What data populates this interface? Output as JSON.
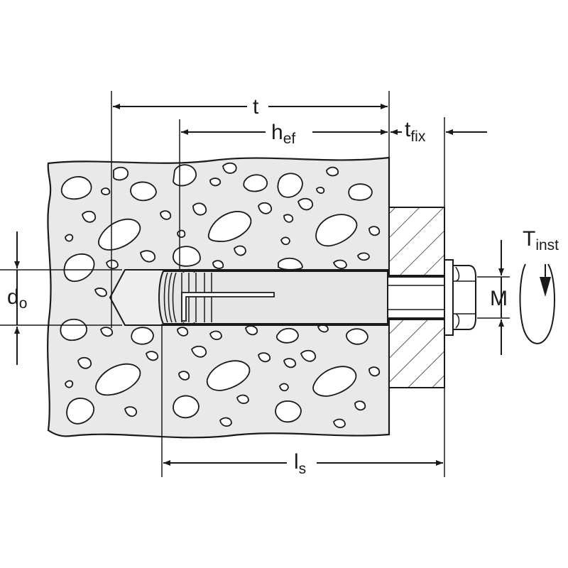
{
  "diagram": {
    "labels": {
      "t": "t",
      "h": "h",
      "h_sub": "ef",
      "tfix": "t",
      "tfix_sub": "fix",
      "tinst": "T",
      "tinst_sub": "inst",
      "d": "d",
      "d_sub": "o",
      "m": "M",
      "l": "l",
      "l_sub": "s"
    },
    "colors": {
      "concrete": "#e9e9e9",
      "anchor": "#e6e6e6",
      "line": "#1a1a1a"
    },
    "icons": [
      "rotation-arrow-icon"
    ]
  }
}
